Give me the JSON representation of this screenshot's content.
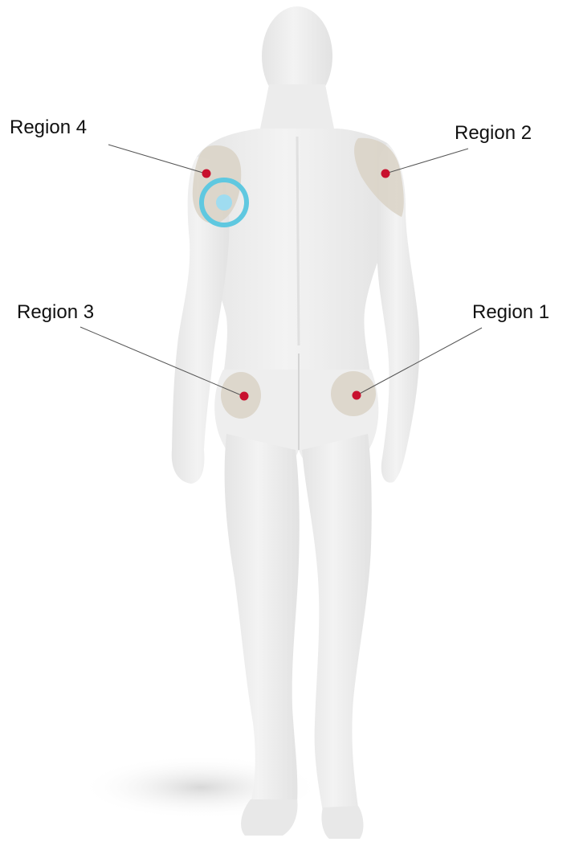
{
  "regions": [
    {
      "id": "region-4",
      "label": "Region 4"
    },
    {
      "id": "region-2",
      "label": "Region 2"
    },
    {
      "id": "region-3",
      "label": "Region 3"
    },
    {
      "id": "region-1",
      "label": "Region 1"
    }
  ],
  "selected_region": "region-4",
  "colors": {
    "body": "#eeeeee",
    "body_shade": "#dcdcdc",
    "region_patch": "#d9d2c6",
    "injection_dot": "#c8102e",
    "selection_ring": "#5fc8e0",
    "selection_dot": "#9fdcf0",
    "leader_line": "#555555",
    "label_text": "#111111"
  }
}
